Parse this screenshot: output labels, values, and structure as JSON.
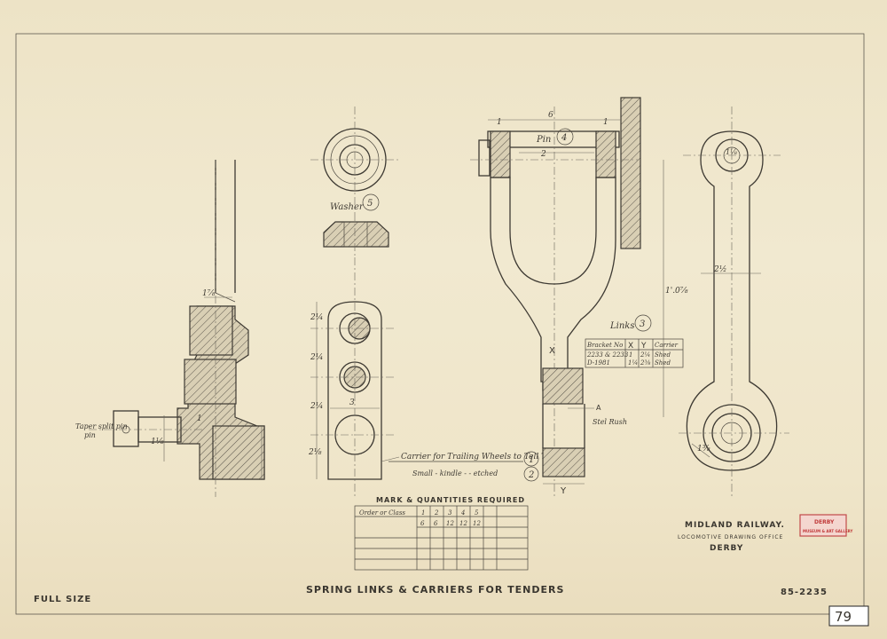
{
  "title_block": {
    "title": "SPRING LINKS & CARRIERS FOR TENDERS",
    "scale": "FULL SIZE",
    "drawing_number": "85-2235",
    "company": "MIDLAND RAILWAY.",
    "office": "LOCOMOTIVE DRAWING OFFICE",
    "town": "DERBY",
    "sheet_number": "79"
  },
  "stamp": {
    "line1": "DERBY",
    "line2": "MUSEUM & ART GALLERY"
  },
  "parts": {
    "washer_label": "Washer",
    "washer_mark": "5",
    "pin_label": "Pin",
    "pin_mark": "4",
    "links_label": "Links",
    "links_mark": "3",
    "carrier_note": "Carrier for Trailing Wheels to Tell Tres",
    "carrier_note2": "Small - kindle - - etched",
    "carrier_mark1": "1",
    "carrier_mark2": "2",
    "split_pin_note": "Taper split pin",
    "split_pin_note2": "pin",
    "scored_note": "Stel Rush",
    "x_label": "X",
    "y_label": "Y",
    "a_label": "A"
  },
  "links_table": {
    "headers": [
      "Bracket No",
      "X",
      "Y",
      "Carrier"
    ],
    "rows": [
      [
        "2233 & 2233",
        "1",
        "2¼",
        "Shed"
      ],
      [
        "D-1981",
        "1¼",
        "2⅜",
        "Shed"
      ]
    ]
  },
  "quantities": {
    "heading": "MARK & QUANTITIES REQUIRED",
    "order_label": "Order or Class",
    "marks": [
      "1",
      "2",
      "3",
      "4",
      "5"
    ],
    "qtys": [
      "6",
      "6",
      "12",
      "12",
      "12"
    ]
  },
  "dimensions": {
    "d1": "1⅞",
    "d2": "1⅛",
    "d3": "2¼",
    "d4": "2¼",
    "d5": "2¼",
    "d6": "3",
    "d7": "1",
    "d8": "1⅛",
    "d9": "6",
    "d10": "2",
    "d11": "1",
    "d12": "1",
    "d13": "2½",
    "d14": "1'.0⅞",
    "d15": "1⅜",
    "d16": "2⅛"
  }
}
